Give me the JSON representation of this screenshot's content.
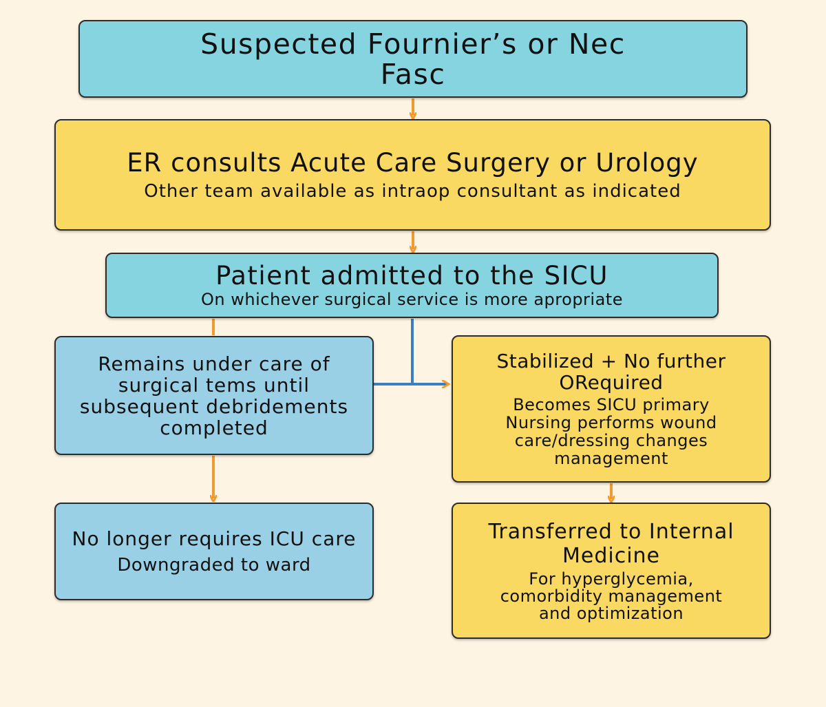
{
  "nodes": {
    "suspected": {
      "title": "Suspected Fournier’s or Nec Fasc"
    },
    "er_consult": {
      "title": "ER consults Acute Care Surgery or Urology",
      "note": "Other team available as intraop consultant as indicated"
    },
    "sicu_admit": {
      "title": "Patient admitted to the SICU",
      "note": "On whichever surgical service is more apropriate"
    },
    "remains_surgical": {
      "title": "Remains under care of surgical tems until subsequent debridements completed"
    },
    "stabilized": {
      "title": "Stabilized + No further ORequired",
      "note": "Becomes SICU primary Nursing performs wound care/dressing changes management"
    },
    "downgraded": {
      "title": "No longer requires ICU care",
      "note": "Downgraded to ward"
    },
    "transferred_im": {
      "title": "Transferred to Internal Medicine",
      "note": "For hyperglycemia, comorbidity management and optimization"
    }
  },
  "colors": {
    "node_blue": "#86d4e0",
    "node_light_blue": "#99d0e6",
    "node_yellow": "#f9d961",
    "arrow_orange": "#f29a2e",
    "arrow_blue": "#3a7fc1",
    "background": "#fdf4e3"
  }
}
